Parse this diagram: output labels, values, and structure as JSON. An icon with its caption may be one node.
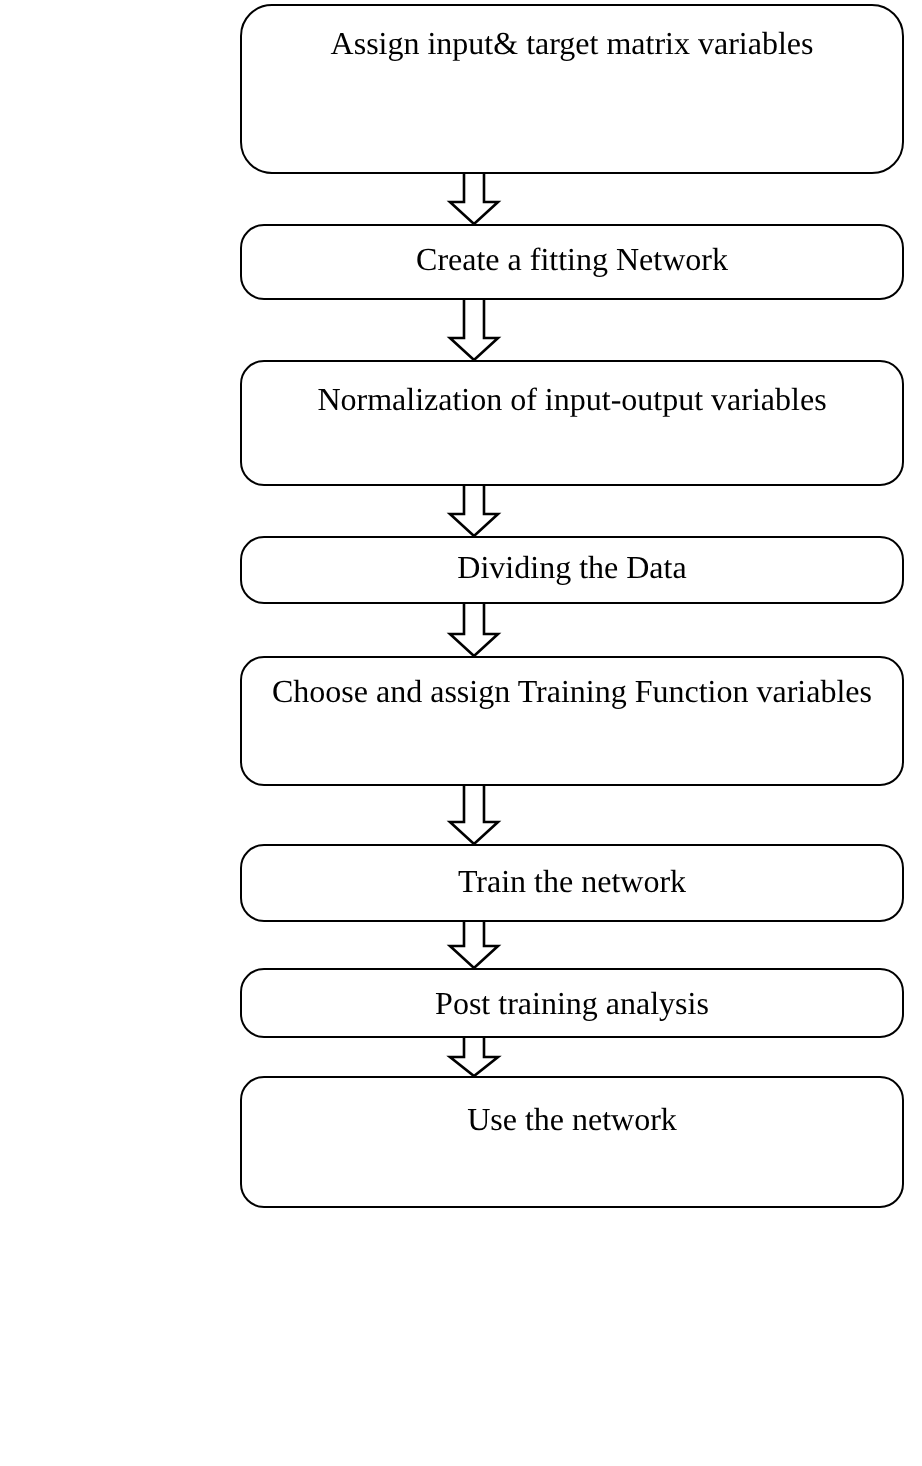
{
  "diagram": {
    "nodes": [
      {
        "text": [
          "Assign input& target matrix variables"
        ]
      },
      {
        "text": [
          "Create a fitting Network"
        ]
      },
      {
        "text": [
          "Normalization of input-output variables"
        ]
      },
      {
        "text": [
          "Dividing the Data"
        ]
      },
      {
        "text": [
          "Choose and assign Training Function variables"
        ]
      },
      {
        "text": [
          "Train the network"
        ]
      },
      {
        "text": [
          "Post training analysis"
        ]
      },
      {
        "text": [
          "Use the network"
        ]
      }
    ],
    "edges": [
      {
        "from": 0,
        "to": 1,
        "arrow": "to"
      },
      {
        "from": 1,
        "to": 2,
        "arrow": "to"
      },
      {
        "from": 2,
        "to": 3,
        "arrow": "to"
      },
      {
        "from": 3,
        "to": 4,
        "arrow": "to"
      },
      {
        "from": 4,
        "to": 5,
        "arrow": "to"
      },
      {
        "from": 5,
        "to": 6,
        "arrow": "to"
      },
      {
        "from": 6,
        "to": 7,
        "arrow": "to"
      }
    ]
  }
}
